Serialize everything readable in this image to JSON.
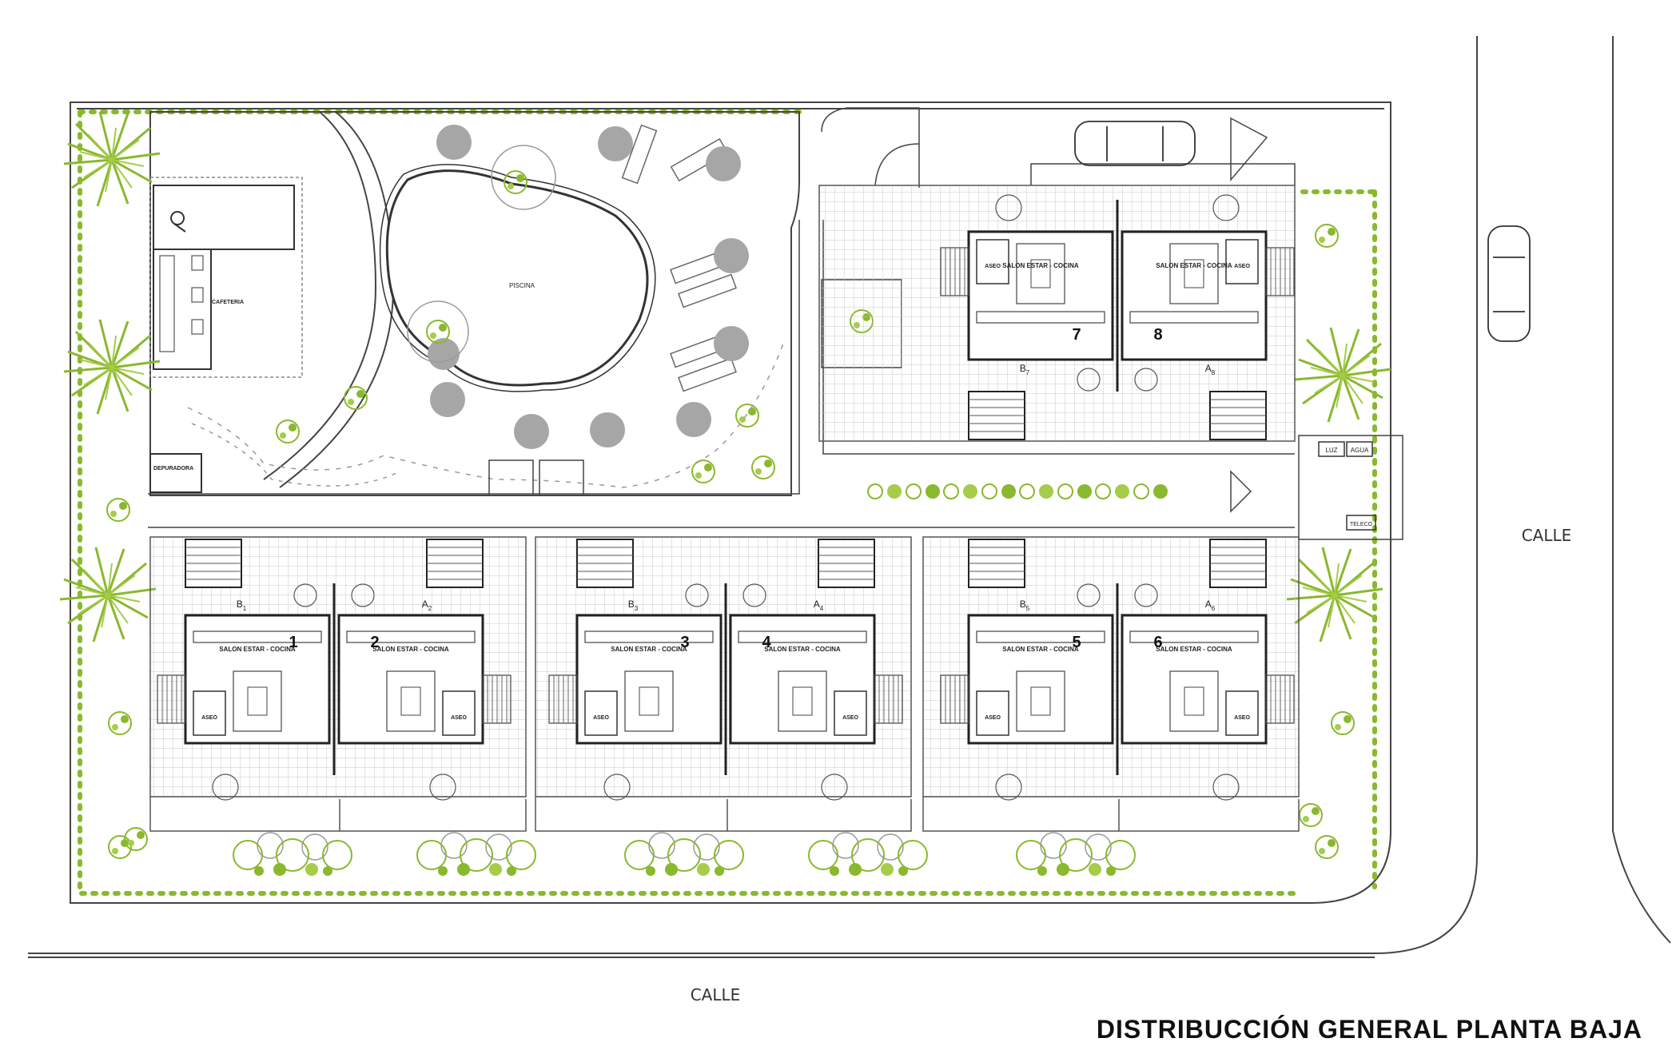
{
  "title": "DISTRIBUCCIÓN GENERAL PLANTA BAJA",
  "streets": {
    "bottom": "CALLE",
    "right": "CALLE"
  },
  "common_areas": {
    "pool": "PISCINA",
    "cafe": "CAFETERIA",
    "treatment": "DEPURADORA",
    "utility_power": "LUZ",
    "utility_water": "AGUA",
    "utility_telecom": "TELECO"
  },
  "room_labels": {
    "living": "SALON ESTAR - COCINA",
    "toilet": "ASEO"
  },
  "units": [
    {
      "number": "1",
      "access": "B",
      "sub": "1"
    },
    {
      "number": "2",
      "access": "A",
      "sub": "2"
    },
    {
      "number": "3",
      "access": "B",
      "sub": "3"
    },
    {
      "number": "4",
      "access": "A",
      "sub": "4"
    },
    {
      "number": "5",
      "access": "B",
      "sub": "5"
    },
    {
      "number": "6",
      "access": "A",
      "sub": "6"
    },
    {
      "number": "7",
      "access": "B",
      "sub": "7"
    },
    {
      "number": "8",
      "access": "A",
      "sub": "8"
    }
  ],
  "colors": {
    "vegetation": "#8ab82e",
    "lines": "#333333",
    "grid": "#c4c4c4",
    "fill_gray": "#a6a6a6"
  }
}
